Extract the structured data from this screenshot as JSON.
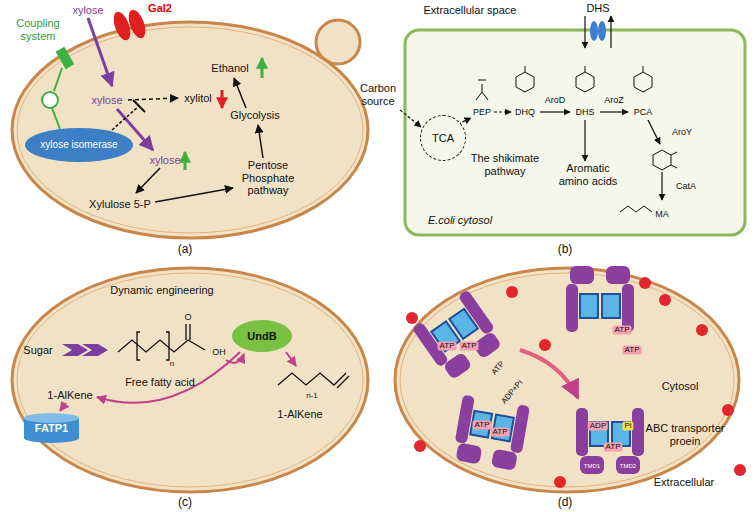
{
  "diagram": {
    "nodes": [
      {
        "text": [
          "xylose isomerase"
        ]
      },
      {
        "text": [
          "E.coli cytosol"
        ]
      },
      {
        "text": [
          "TCA"
        ],
        "in": 1
      },
      {
        "text": [
          "Dynamic engineering"
        ]
      },
      {
        "text": [
          "UndB"
        ],
        "in": 3
      },
      {
        "text": [
          "FATP1"
        ],
        "in": 3
      },
      {
        "text": [
          "Cytosol"
        ]
      }
    ],
    "labels": [
      "xylose",
      "Gal2",
      "Coupling system",
      "xylose",
      "xylitol",
      "Ethanol",
      "xylose",
      "Xylulose 5-P",
      "Pentose Phosphate pathway",
      "Glycolysis",
      "(a)",
      "Extracellular space",
      "DHS",
      "Carbon source",
      "PEP",
      "DHQ",
      "AroD",
      "DHS",
      "AroZ",
      "PCA",
      "AroY",
      "CatA",
      "MA",
      "The shikimate pathway",
      "Aromatic amino acids",
      "(b)",
      "Sugar",
      "O",
      "n",
      "OH",
      "Free fatty acid",
      "1-AlKene",
      "1-AlKene",
      "n-1",
      "(c)",
      "ATP",
      "ATP",
      "ATP",
      "ADP+Pi",
      "ATP",
      "ATP",
      "ATP",
      "ATP",
      "ADP",
      "Pi",
      "ATP",
      "TMD1",
      "TMD2",
      "ABC transporter proein",
      "Extracellular",
      "(d)"
    ]
  }
}
